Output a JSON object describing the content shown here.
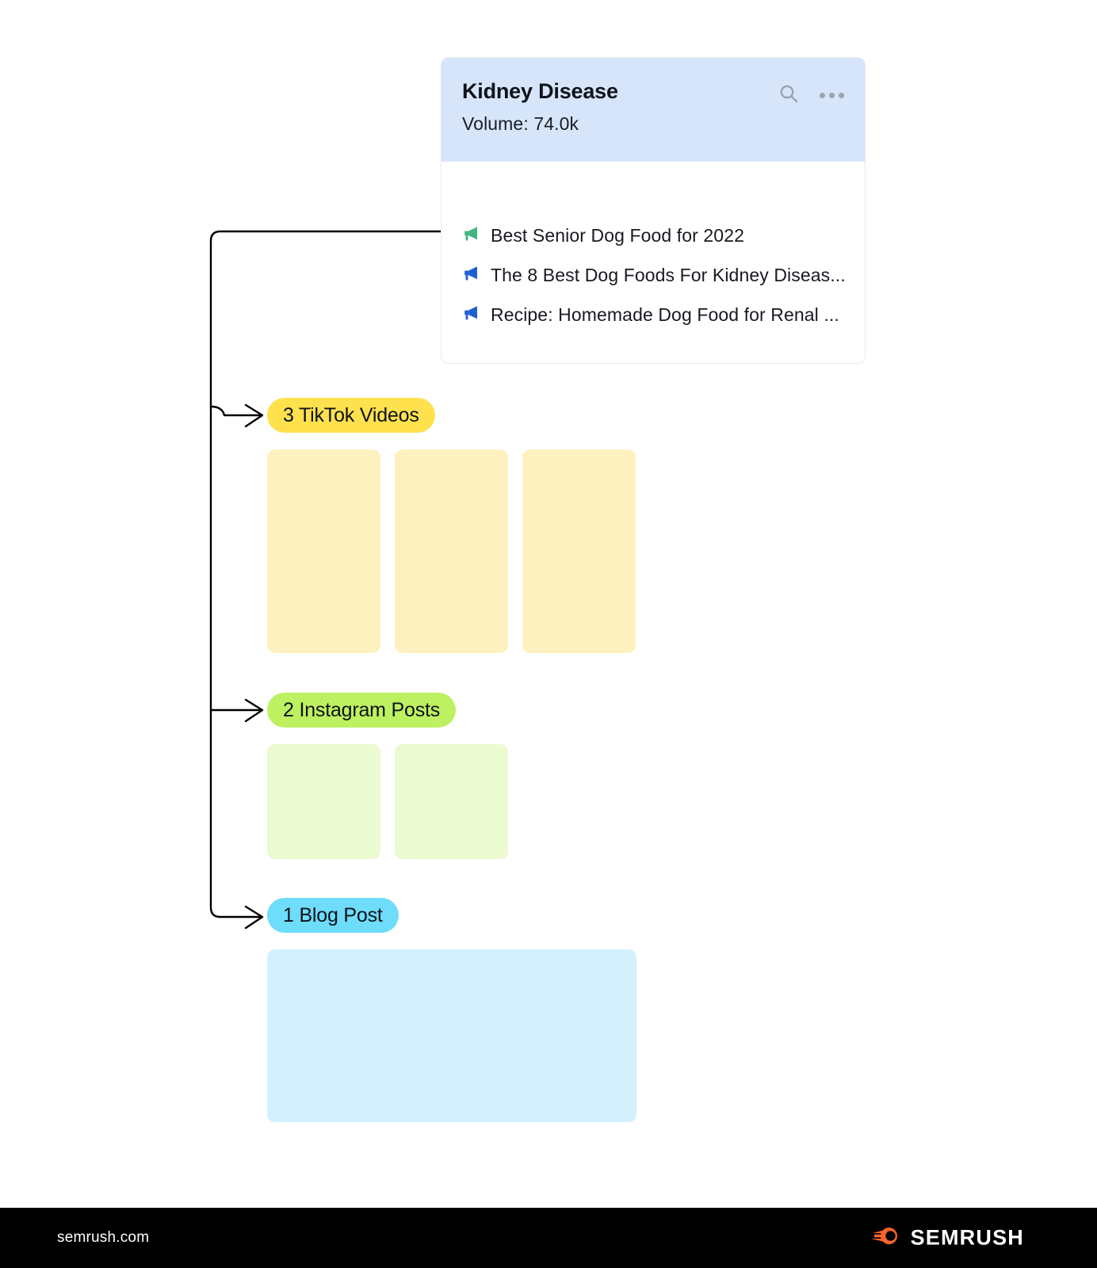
{
  "card": {
    "title": "Kidney Disease",
    "volume_label": "Volume:",
    "volume_value": "74.0k",
    "search_icon": "search-icon",
    "more_icon": "more-options-icon",
    "items": [
      {
        "icon": "megaphone-icon",
        "icon_color": "#43b581",
        "label": "Best Senior Dog Food for 2022"
      },
      {
        "icon": "megaphone-icon",
        "icon_color": "#1e5fd0",
        "label": "The 8 Best Dog Foods For Kidney Diseas..."
      },
      {
        "icon": "megaphone-icon",
        "icon_color": "#1e5fd0",
        "label": "Recipe: Homemade Dog Food for Renal ..."
      }
    ]
  },
  "branches": [
    {
      "pill_label": "3 TikTok Videos",
      "pill_color": "#ffe14d",
      "placeholder_color": "#fdf2bf",
      "count": 3
    },
    {
      "pill_label": "2 Instagram Posts",
      "pill_color": "#bdf161",
      "placeholder_color": "#ebfad0",
      "count": 2
    },
    {
      "pill_label": "1 Blog Post",
      "pill_color": "#6edcfb",
      "placeholder_color": "#d2f1fd",
      "count": 1
    }
  ],
  "footer": {
    "url": "semrush.com",
    "brand": "SEMRUSH",
    "brand_icon": "semrush-comet-logo-icon",
    "brand_accent": "#ff642d",
    "background": "#000000"
  },
  "theme": {
    "card_header_bg": "#d6e5fa",
    "card_border": "#e8eaf2",
    "connector_stroke": "#000000"
  }
}
